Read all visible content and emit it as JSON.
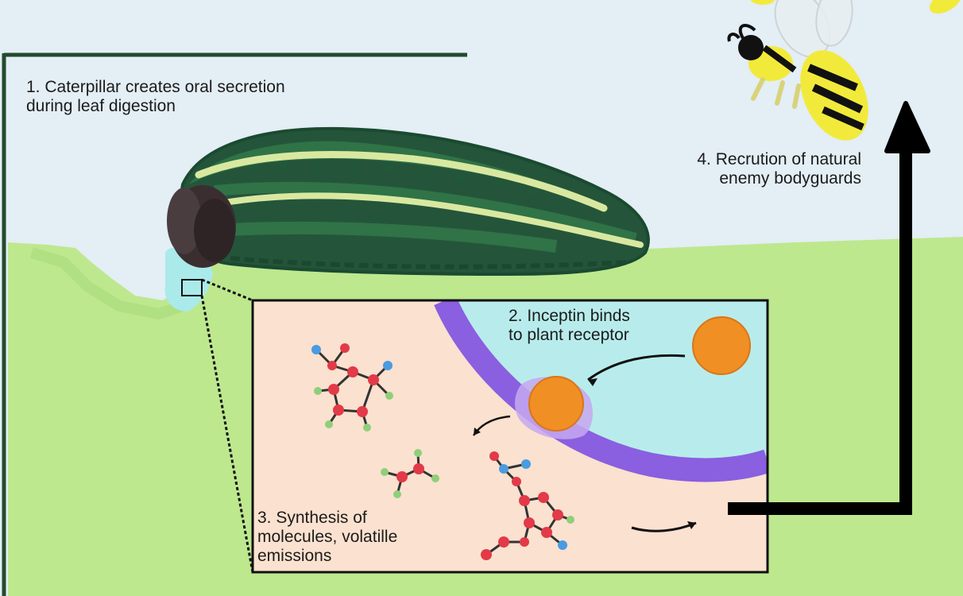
{
  "steps": {
    "step1": {
      "line1": "1.  Caterpillar creates oral secretion",
      "line2": "during leaf digestion"
    },
    "step2": {
      "line1": "2. Inceptin binds",
      "line2": "to plant receptor"
    },
    "step3": {
      "line1": "3. Synthesis of",
      "line2": "molecules, volatille",
      "line3": "emissions"
    },
    "step4": {
      "line1": "4. Recrution of natural",
      "line2": "enemy bodyguards"
    }
  },
  "colors": {
    "sky": "#e3eef5",
    "leaf": "#bde88e",
    "frame": "#244a2e",
    "caterpillar_dark": "#24553a",
    "caterpillar_mid": "#2f7347",
    "caterpillar_stripe": "#d9e8a0",
    "head": "#3a2e30",
    "zoom_panel": "#fbe1cf",
    "cell_interior": "#b8ecec",
    "membrane": "#8a5fe0",
    "inceptin": "#f08f24",
    "atom_carbon": "#e23a48",
    "atom_hydrogen": "#8fcf7a",
    "atom_nitrogen": "#4a9be0",
    "wasp_yellow": "#f2ea3b",
    "arrow": "#000000"
  },
  "icons": [
    "caterpillar-icon",
    "wasp-icon",
    "inceptin-molecule-icon",
    "receptor-icon",
    "molecule-icon",
    "up-arrow-icon"
  ]
}
